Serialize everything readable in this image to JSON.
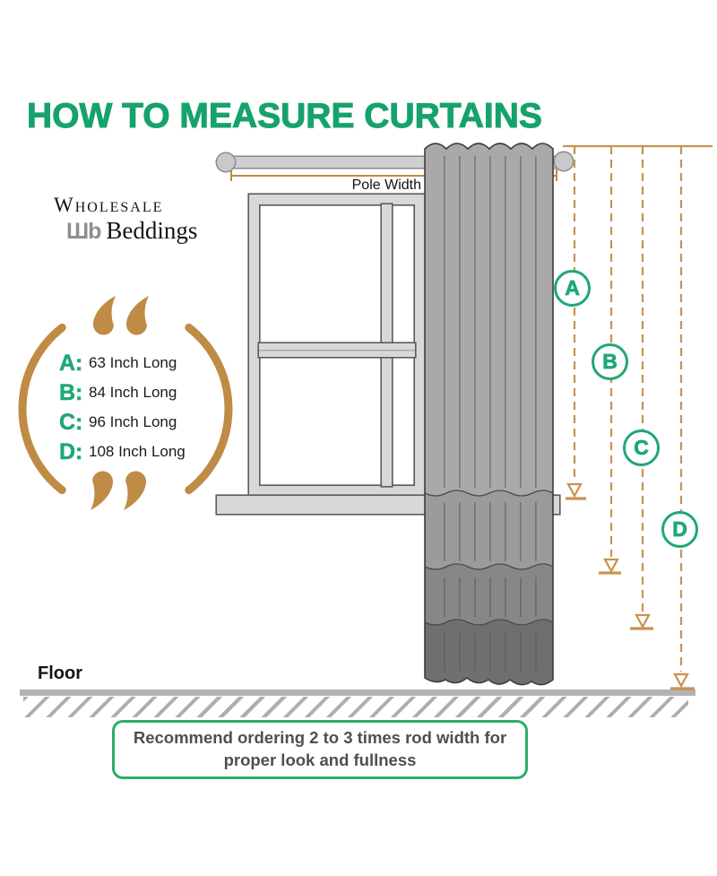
{
  "title": "HOW TO MEASURE CURTAINS",
  "logo": {
    "top": "Wholesale",
    "mark": "Шb",
    "bottom": "Beddings"
  },
  "lengths": [
    {
      "label": "A:",
      "text": "63 Inch Long"
    },
    {
      "label": "B:",
      "text": "84 Inch Long"
    },
    {
      "label": "C:",
      "text": "96 Inch Long"
    },
    {
      "label": "D:",
      "text": "108 Inch Long"
    }
  ],
  "pole_width_label": "Pole Width",
  "ladder": [
    "A",
    "B",
    "C",
    "D"
  ],
  "floor_label": "Floor",
  "note": {
    "line1": "Recommend ordering 2 to 3 times rod width for",
    "line2": "proper look and fullness"
  },
  "icons": {
    "quote_open": "“",
    "quote_close": "”",
    "arrow_down": "▼"
  },
  "colors": {
    "title_green": "#16a36b",
    "letter_green": "#1fa874",
    "note_border_green": "#2aae68",
    "badge_tan": "#bf8b45",
    "ladder_tan": "#c8934d",
    "curtain_grays": [
      "#a9a9a9",
      "#9b9b9b",
      "#878787",
      "#6f6f6f"
    ]
  }
}
